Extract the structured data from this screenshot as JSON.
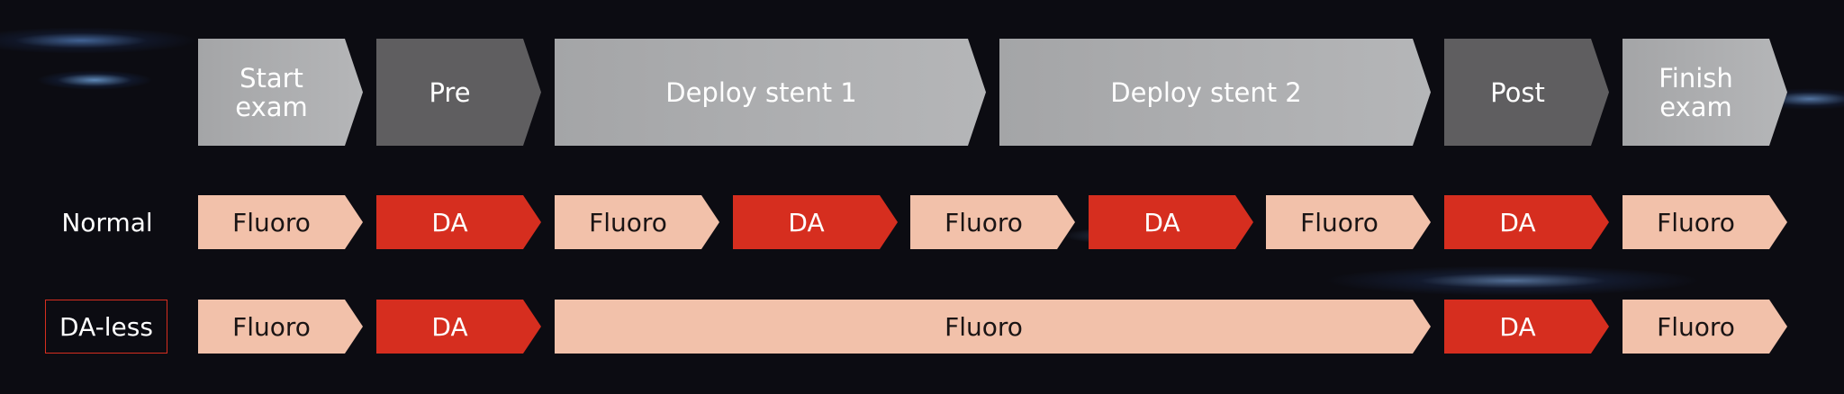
{
  "phases": [
    {
      "label": "Start\nexam"
    },
    {
      "label": "Pre"
    },
    {
      "label": "Deploy stent 1"
    },
    {
      "label": "Deploy stent 2"
    },
    {
      "label": "Post"
    },
    {
      "label": "Finish\nexam"
    }
  ],
  "rows": [
    {
      "label": "Normal",
      "steps": [
        "Fluoro",
        "DA",
        "Fluoro",
        "DA",
        "Fluoro",
        "DA",
        "Fluoro",
        "DA",
        "Fluoro"
      ]
    },
    {
      "label": "DA-less",
      "steps": [
        "Fluoro",
        "DA",
        "Fluoro",
        "DA",
        "Fluoro"
      ]
    }
  ],
  "colors": {
    "da": "#d62e1f",
    "fluoro": "#f2c1aa",
    "phase_light": "#aeafb1",
    "phase_dark": "#5f5e60",
    "background": "#0c0c12"
  }
}
